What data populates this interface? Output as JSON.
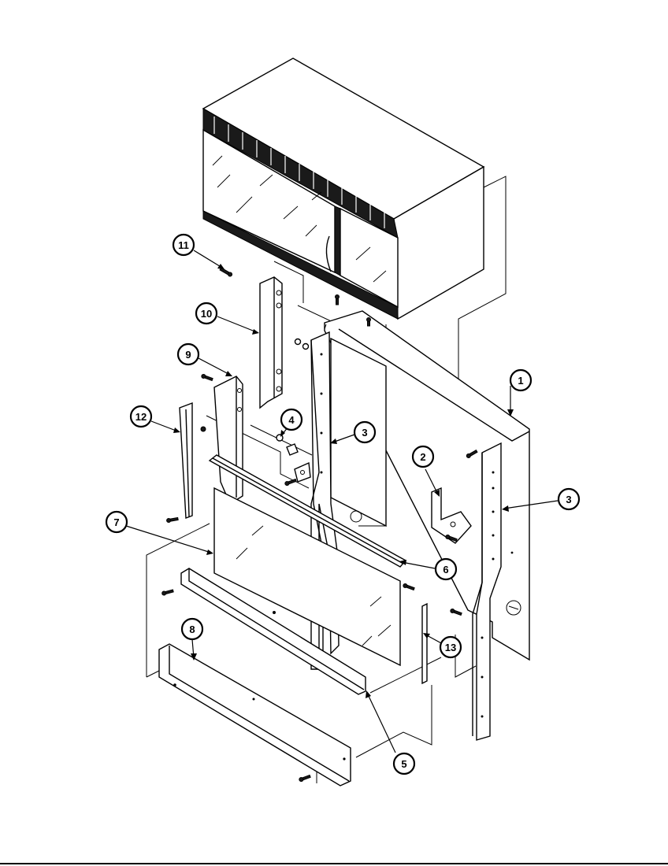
{
  "diagram": {
    "type": "exploded-parts-view",
    "callouts": [
      {
        "id": "c1",
        "label": "1"
      },
      {
        "id": "c2",
        "label": "2"
      },
      {
        "id": "c3a",
        "label": "3"
      },
      {
        "id": "c3b",
        "label": "3"
      },
      {
        "id": "c4",
        "label": "4"
      },
      {
        "id": "c5",
        "label": "5"
      },
      {
        "id": "c6",
        "label": "6"
      },
      {
        "id": "c7",
        "label": "7"
      },
      {
        "id": "c8",
        "label": "8"
      },
      {
        "id": "c9",
        "label": "9"
      },
      {
        "id": "c10",
        "label": "10"
      },
      {
        "id": "c11",
        "label": "11"
      },
      {
        "id": "c12",
        "label": "12"
      },
      {
        "id": "c13",
        "label": "13"
      }
    ]
  },
  "colors": {
    "line": "#000000",
    "background": "#ffffff"
  }
}
